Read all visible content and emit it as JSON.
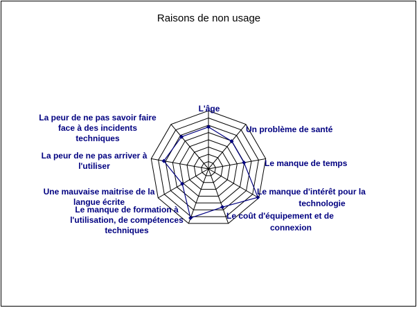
{
  "chart_data": {
    "type": "radar",
    "title": "Raisons de non usage",
    "axes": [
      [
        "L'âge"
      ],
      [
        "Un problème de santé"
      ],
      [
        "Le manque de temps"
      ],
      [
        "Le manque d'intérêt pour la",
        "technologie"
      ],
      [
        "Le coût d'équipement et de",
        "connexion"
      ],
      [
        "Le manque de formation à",
        "l'utilisation, de compétences",
        "techniques"
      ],
      [
        "Une mauvaise maitrise de la",
        "langue écrite"
      ],
      [
        "La peur de ne pas arriver à",
        "l'utiliser"
      ],
      [
        "La peur de ne pas savoir faire",
        "face à des incidents",
        "techniques"
      ]
    ],
    "series": [
      {
        "values": [
          0.72,
          0.62,
          0.62,
          0.98,
          0.7,
          0.9,
          0.52,
          0.78,
          0.72
        ]
      }
    ],
    "rlim": [
      0,
      1
    ],
    "rings": 8,
    "legend": "none",
    "colors": {
      "series": "#00007f",
      "grid": "#000000",
      "label": "#000080"
    }
  }
}
